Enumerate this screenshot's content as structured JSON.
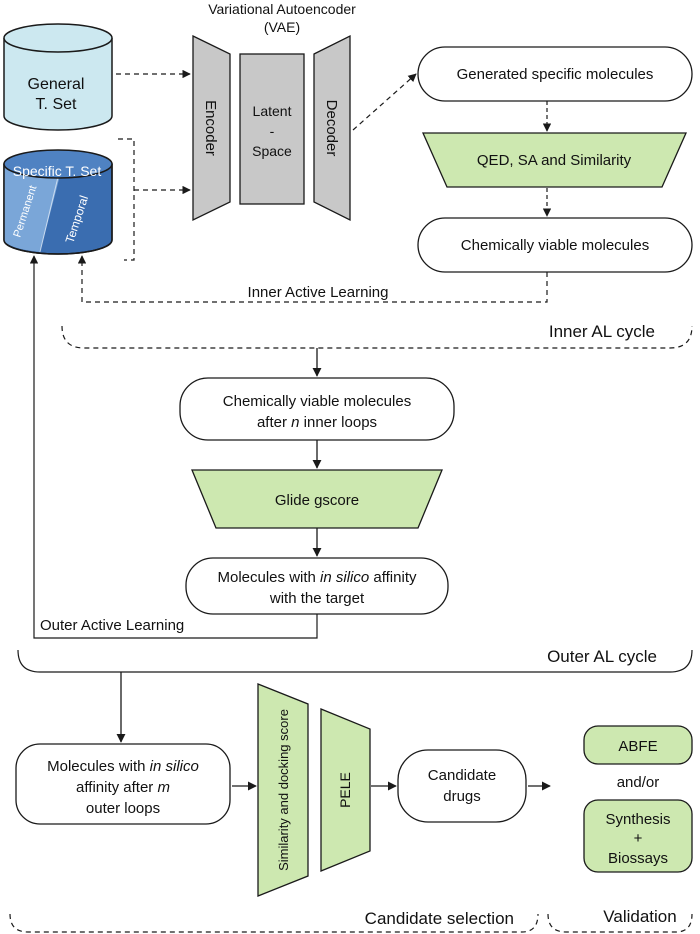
{
  "colors": {
    "stroke": "#1a1a1a",
    "vae_gray": "#c8c8c8",
    "filter_green": "#cde8b0",
    "general_set_cyan": "#cce8f0",
    "specific_set_dark": "#3a6db0",
    "specific_set_light": "#7aa6d8"
  },
  "vae": {
    "title_line1": "Variational Autoencoder",
    "title_line2": "(VAE)",
    "encoder": "Encoder",
    "latent_line1": "Latent",
    "latent_line2": "-",
    "latent_line3": "Space",
    "decoder": "Decoder"
  },
  "general_set": {
    "line1": "General",
    "line2": "T. Set"
  },
  "specific_set": {
    "title": "Specific T. Set",
    "permanent": "Permanent",
    "temporal": "Temporal"
  },
  "inner": {
    "generated": "Generated specific molecules",
    "filter": "QED, SA and Similarity",
    "viable": "Chemically viable molecules",
    "feedback_label": "Inner Active Learning",
    "cycle_label": "Inner AL cycle"
  },
  "outer": {
    "viable_line1": "Chemically viable molecules",
    "viable_line2_pre": "after ",
    "viable_line2_var": "n",
    "viable_line2_post": " inner loops",
    "filter": "Glide gscore",
    "affinity_line1_pre": "Molecules with ",
    "affinity_line1_ital": "in silico",
    "affinity_line1_post": " affinity",
    "affinity_line2": "with the target",
    "feedback_label": "Outer Active Learning",
    "cycle_label": "Outer AL cycle"
  },
  "candidate": {
    "molecules_line1_pre": "Molecules with ",
    "molecules_line1_ital": "in silico",
    "molecules_line2_pre": "affinity after ",
    "molecules_line2_var": "m",
    "molecules_line3": "outer loops",
    "similarity_filter": "Similarity and docking score",
    "pele_filter": "PELE",
    "drugs_line1": "Candidate",
    "drugs_line2": "drugs",
    "section_label": "Candidate selection"
  },
  "validation": {
    "abfe": "ABFE",
    "andor": "and/or",
    "synthesis_line1": "Synthesis",
    "synthesis_line2": "+",
    "synthesis_line3": "Biossays",
    "section_label": "Validation"
  }
}
